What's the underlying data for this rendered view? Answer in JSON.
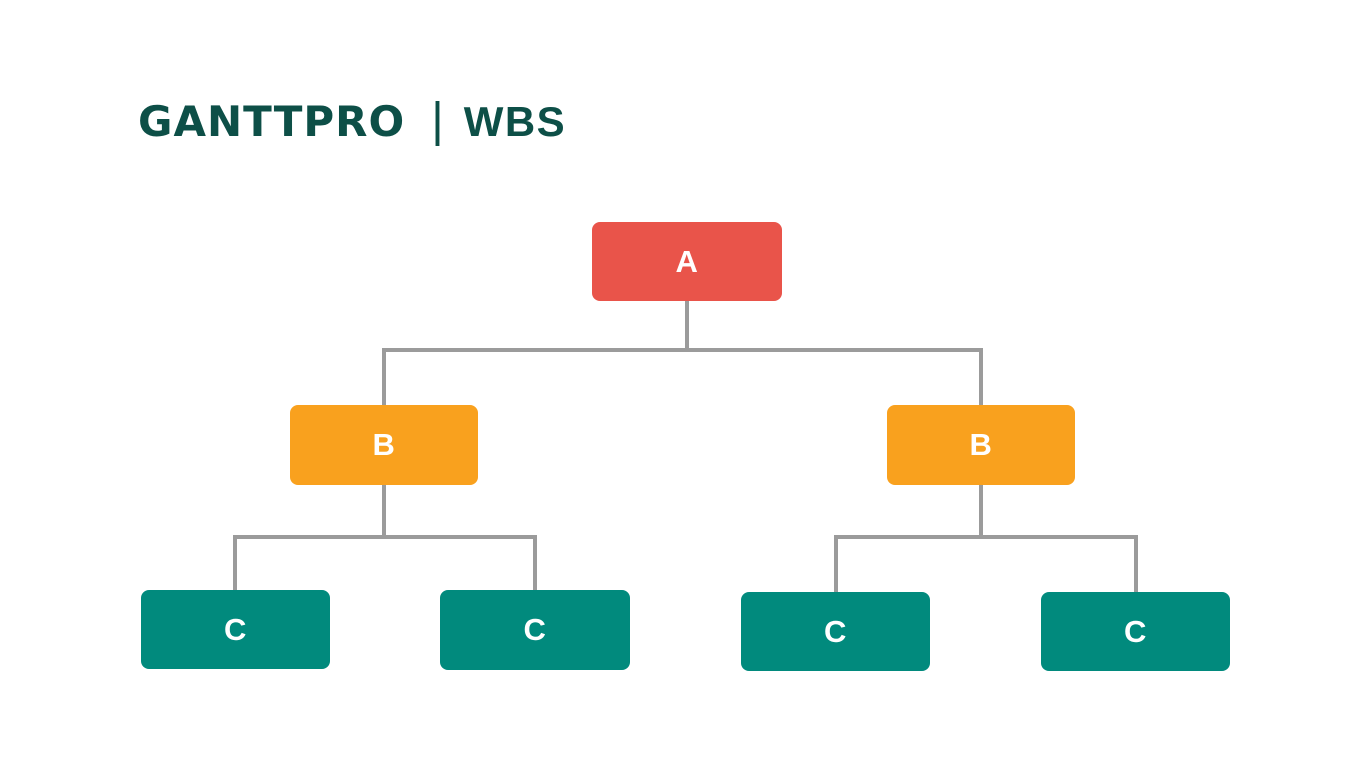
{
  "header": {
    "brand": "GANTTPRO",
    "separator": "|",
    "title": "WBS",
    "brand_color": "#0d4f47"
  },
  "diagram": {
    "type": "wbs-tree",
    "connector_color": "#9b9b9b",
    "levels": [
      {
        "level": 1,
        "color": "#e9544a"
      },
      {
        "level": 2,
        "color": "#f9a11e"
      },
      {
        "level": 3,
        "color": "#018a7d"
      }
    ],
    "nodes": {
      "a": {
        "label": "A",
        "color": "#e9544a",
        "level": 1
      },
      "b1": {
        "label": "B",
        "color": "#f9a11e",
        "level": 2
      },
      "b2": {
        "label": "B",
        "color": "#f9a11e",
        "level": 2
      },
      "c1": {
        "label": "C",
        "color": "#018a7d",
        "level": 3
      },
      "c2": {
        "label": "C",
        "color": "#018a7d",
        "level": 3
      },
      "c3": {
        "label": "C",
        "color": "#018a7d",
        "level": 3
      },
      "c4": {
        "label": "C",
        "color": "#018a7d",
        "level": 3
      }
    },
    "edges": [
      {
        "from": "a",
        "to": "b1"
      },
      {
        "from": "a",
        "to": "b2"
      },
      {
        "from": "b1",
        "to": "c1"
      },
      {
        "from": "b1",
        "to": "c2"
      },
      {
        "from": "b2",
        "to": "c3"
      },
      {
        "from": "b2",
        "to": "c4"
      }
    ]
  }
}
